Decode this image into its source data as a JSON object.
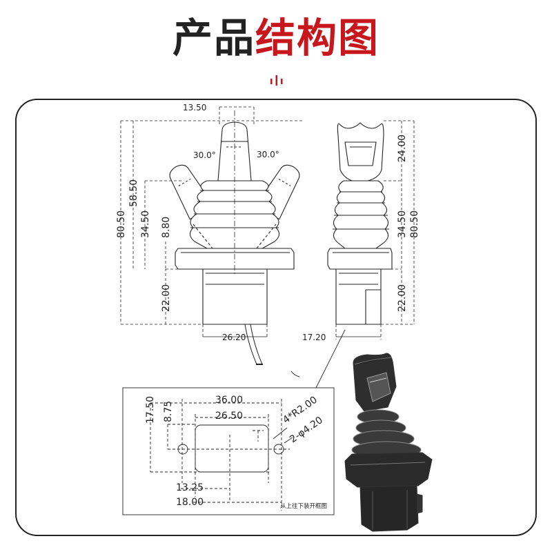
{
  "title": {
    "part1": "产品",
    "part2": "结构图"
  },
  "colors": {
    "accent": "#c8161d",
    "ink": "#222222"
  },
  "front_view": {
    "top_width": "13.50",
    "angle_left": "30.0°",
    "angle_right": "30.0°",
    "total_height": "80.50",
    "upper_height": "58.50",
    "boot_height": "34.50",
    "flange_height": "8.80",
    "base_height": "22.00",
    "base_width": "26.20"
  },
  "side_view": {
    "handle_height": "24.00",
    "boot_height": "34.50",
    "total_height": "80.50",
    "base_height": "22.00",
    "base_width": "17.20"
  },
  "cutout": {
    "hole_spacing": "36.00",
    "cutout_width": "26.50",
    "offset_left": "13.25",
    "half_width": "18.00",
    "height_half": "17.50",
    "height_cut": "8.75",
    "corner_radius": "4*R2.00",
    "holes": "2-φ4.20",
    "note": "从上往下装开框图"
  }
}
